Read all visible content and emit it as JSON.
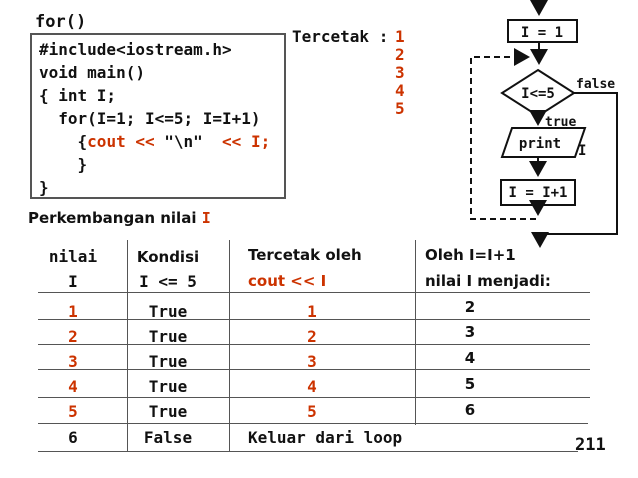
{
  "slide": {
    "title": "for()",
    "page_number": "211"
  },
  "code": {
    "lines": [
      {
        "t": "#include<iostream.h>"
      },
      {
        "t": "void main()"
      },
      {
        "t": "{ int I;"
      },
      {
        "t": "  for(I=1; I<=5; I=I+1)"
      },
      {
        "s0": "    {",
        "s1": "cout <<",
        "s2": " \"\\n\"  ",
        "s3": "<< I;"
      },
      {
        "t": "    }"
      },
      {
        "t": "}"
      }
    ]
  },
  "output": {
    "label": "Tercetak : ",
    "values": [
      "1",
      "2",
      "3",
      "4",
      "5"
    ]
  },
  "flowchart": {
    "init": "I = 1",
    "condition": "I<=5",
    "true_label": "true",
    "false_label": "false",
    "process": "print",
    "process_arg": "I",
    "increment": "I = I+1"
  },
  "heading": {
    "prefix": "Perkembangan nilai ",
    "variable": "I"
  },
  "table": {
    "headers": {
      "col1_line1": "nilai",
      "col1_line2": "I",
      "col2_line1": "Kondisi",
      "col2_line2": "I <= 5",
      "col3_line1": "Tercetak oleh",
      "col3_line2": "cout << I",
      "col4_line1": "Oleh I=I+1",
      "col4_line2": "nilai I menjadi:"
    },
    "rows": [
      {
        "nilai": "1",
        "kondisi": "True",
        "tercetak": "1",
        "menjadi": "2"
      },
      {
        "nilai": "2",
        "kondisi": "True",
        "tercetak": "2",
        "menjadi": "3"
      },
      {
        "nilai": "3",
        "kondisi": "True",
        "tercetak": "3",
        "menjadi": "4"
      },
      {
        "nilai": "4",
        "kondisi": "True",
        "tercetak": "4",
        "menjadi": "5"
      },
      {
        "nilai": "5",
        "kondisi": "True",
        "tercetak": "5",
        "menjadi": "6"
      },
      {
        "nilai": "6",
        "kondisi": "False",
        "tercetak": "Keluar dari loop",
        "menjadi": ""
      }
    ]
  },
  "colors": {
    "accent": "#cc3300",
    "line_gray": "#555555",
    "ink": "#111111"
  }
}
